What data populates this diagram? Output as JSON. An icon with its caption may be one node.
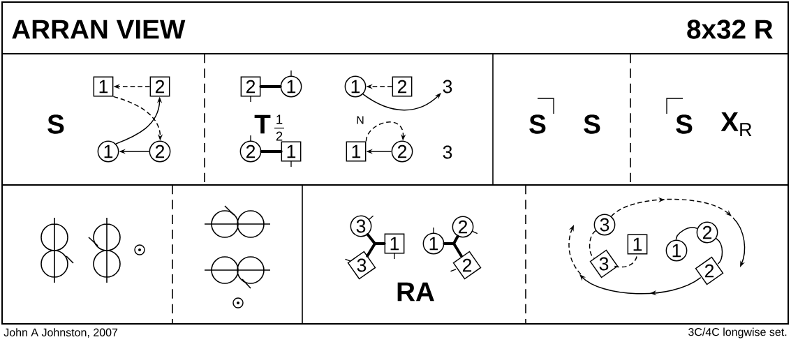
{
  "diagram": {
    "title": "ARRAN VIEW",
    "nodes": [
      {
        "text": [
          "1"
        ]
      },
      {
        "text": [
          "2"
        ]
      },
      {
        "text": [
          "1"
        ]
      },
      {
        "text": [
          "2"
        ]
      },
      {
        "text": [
          "2"
        ]
      },
      {
        "text": [
          "1"
        ]
      },
      {
        "text": [
          "2"
        ]
      },
      {
        "text": [
          "1"
        ]
      },
      {
        "text": [
          "1"
        ]
      },
      {
        "text": [
          "2"
        ]
      },
      {
        "text": [
          "1"
        ]
      },
      {
        "text": [
          "2"
        ]
      },
      {
        "text": [
          "3"
        ]
      },
      {
        "text": [
          "1"
        ]
      },
      {
        "text": [
          "3"
        ]
      },
      {
        "text": [
          "1"
        ]
      },
      {
        "text": [
          "2"
        ]
      },
      {
        "text": [
          "2"
        ]
      },
      {
        "text": [
          "3"
        ]
      },
      {
        "text": [
          "1"
        ]
      },
      {
        "text": [
          "3"
        ]
      },
      {
        "text": [
          "1"
        ]
      },
      {
        "text": [
          "2"
        ]
      },
      {
        "text": [
          "2"
        ]
      },
      {
        "text": [
          "3"
        ]
      }
    ],
    "edges": [
      {
        "from": 1,
        "to": 0,
        "arrow": "to",
        "style": "dashed"
      },
      {
        "from": 0,
        "to": 3,
        "arrow": "to",
        "style": "dashed"
      },
      {
        "from": 2,
        "to": 1,
        "arrow": "to"
      },
      {
        "from": 3,
        "to": 2,
        "arrow": "to"
      },
      {
        "from": 4,
        "to": 5,
        "arrow": "none",
        "style": "thick"
      },
      {
        "from": 6,
        "to": 7,
        "arrow": "none",
        "style": "thick"
      },
      {
        "from": 9,
        "to": 8,
        "arrow": "to",
        "style": "dashed"
      },
      {
        "from": 8,
        "to": 24,
        "arrow": "to"
      },
      {
        "from": 11,
        "to": 10,
        "arrow": "to"
      },
      {
        "from": 10,
        "to": 11,
        "arrow": "to",
        "style": "dashed",
        "label": "N"
      },
      {
        "from": 12,
        "to": 13,
        "arrow": "none",
        "style": "thick"
      },
      {
        "from": 14,
        "to": 13,
        "arrow": "none",
        "style": "thick"
      },
      {
        "from": 16,
        "to": 15,
        "arrow": "none",
        "style": "thick"
      },
      {
        "from": 17,
        "to": 15,
        "arrow": "none",
        "style": "thick"
      },
      {
        "from": 18,
        "to": 20,
        "arrow": "none",
        "style": "dashed"
      },
      {
        "from": 20,
        "to": 19,
        "arrow": "none",
        "style": "dashed"
      },
      {
        "from": 21,
        "to": 22,
        "arrow": "none"
      },
      {
        "from": 22,
        "to": 23,
        "arrow": "none"
      },
      {
        "from": 18,
        "to": null,
        "arrow": "to",
        "style": "dashed"
      },
      {
        "from": 23,
        "to": null,
        "arrow": "to"
      }
    ],
    "labels": [
      "8x32 R",
      "S",
      "T",
      "1",
      "2",
      "3",
      "S",
      "S",
      "S",
      "**X**$_{R}$",
      "RA",
      "John A Johnston, 2007",
      "3C/4C longwise set."
    ]
  }
}
